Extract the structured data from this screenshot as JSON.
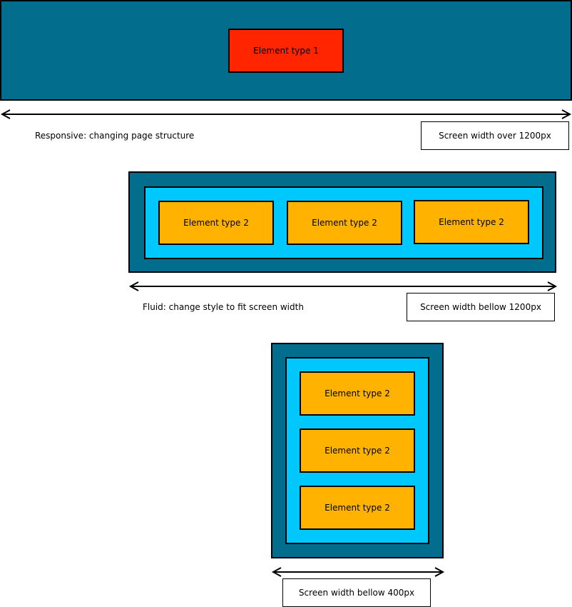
{
  "colors": {
    "outer": "#026d8c",
    "inner": "#00c8fc",
    "element_type_1": "#ff2500",
    "element_type_2": "#ffb200",
    "stroke": "#000000",
    "label_bg": "#ffffff"
  },
  "section_responsive": {
    "element": "Element type 1",
    "caption": "Responsive: changing page structure",
    "width_label": "Screen width over 1200px"
  },
  "section_fluid": {
    "elements": [
      "Element type 2",
      "Element type 2",
      "Element type 2"
    ],
    "caption": "Fluid: change style to fit screen width",
    "width_label": "Screen width bellow 1200px"
  },
  "section_mobile": {
    "elements": [
      "Element type 2",
      "Element type 2",
      "Element type 2"
    ],
    "width_label": "Screen width bellow 400px"
  }
}
